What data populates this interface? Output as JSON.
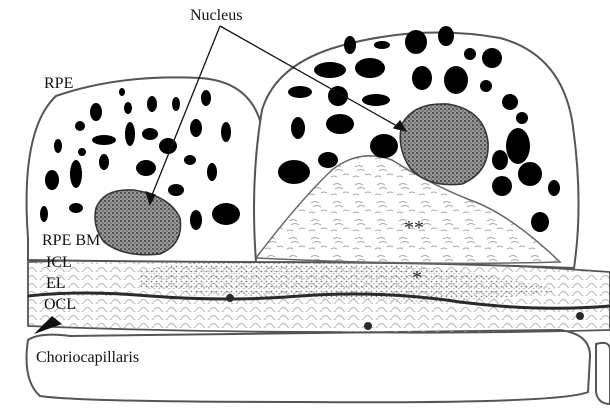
{
  "labels": {
    "nucleus": "Nucleus",
    "rpe": "RPE",
    "rpe_bm": "RPE BM",
    "icl": "ICL",
    "el": "EL",
    "ocl": "OCL",
    "choriocapillaris": "Choriocapillaris",
    "double_asterisk": "**",
    "single_asterisk": "*"
  },
  "colors": {
    "outline": "#555555",
    "granule": "#000000",
    "nucleus_fill": "#6e6e6e",
    "fiber": "#bdbdbd",
    "deposit": "#9a9a9a",
    "elastic_layer": "#2a2a2a"
  }
}
